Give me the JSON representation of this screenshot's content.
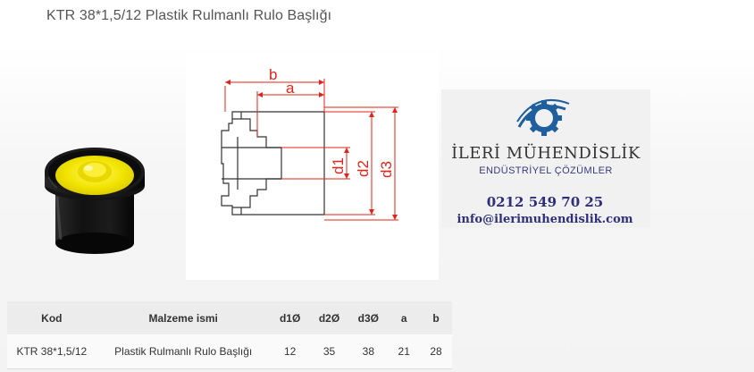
{
  "page": {
    "title": "KTR 38*1,5/12 Plastik Rulmanlı Rulo Başlığı"
  },
  "drawing": {
    "dimension_labels": {
      "b": "b",
      "a": "a",
      "d1": "d1",
      "d2": "d2",
      "d3": "d3"
    },
    "colors": {
      "dimension": "#e2231a",
      "outline": "#333333"
    }
  },
  "logo": {
    "company": "İLERİ MÜHENDİSLİK",
    "tagline": "ENDÜSTRİYEL ÇÖZÜMLER",
    "phone": "0212 549 70 25",
    "email": "info@ilerimuhendislik.com",
    "colors": {
      "gear": "#1f5f9e",
      "text": "#333366"
    }
  },
  "table": {
    "headers": [
      "Kod",
      "Malzeme ismi",
      "d1Ø",
      "d2Ø",
      "d3Ø",
      "a",
      "b"
    ],
    "rows": [
      [
        "KTR 38*1,5/12",
        "Plastik Rulmanlı Rulo Başlığı",
        "12",
        "35",
        "38",
        "21",
        "28"
      ]
    ]
  },
  "product_photo": {
    "colors": {
      "body": "#111111",
      "insert": "#f5e600"
    }
  }
}
